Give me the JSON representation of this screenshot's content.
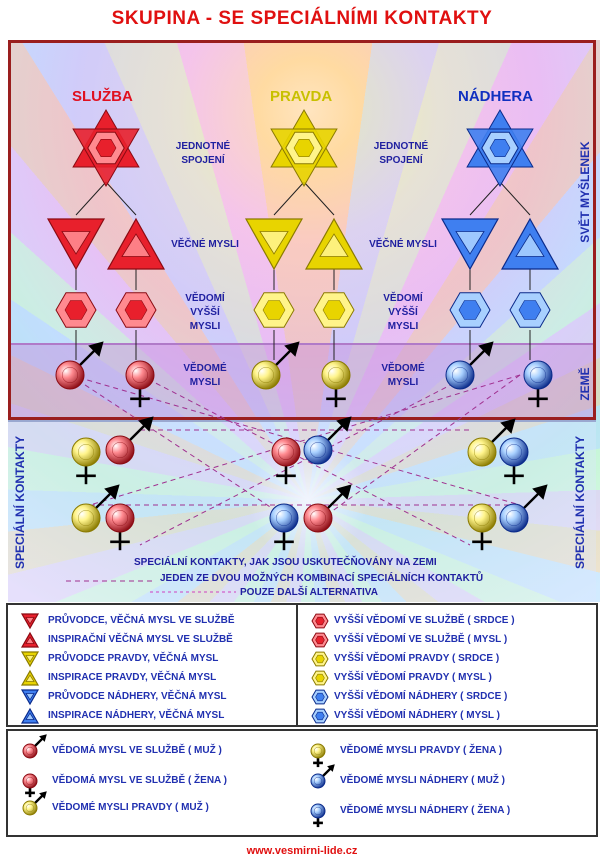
{
  "title": "SKUPINA - SE SPECIÁLNÍMI KONTAKTY",
  "columns": [
    {
      "name": "SLUŽBA",
      "color": "#e01020"
    },
    {
      "name": "PRAVDA",
      "color": "#c8c000"
    },
    {
      "name": "NÁDHERA",
      "color": "#1030c0"
    }
  ],
  "labels": {
    "jednotne_spojeni": "JEDNOTNÉ SPOJENÍ",
    "vecne_mysli": "VĚČNÉ MYSLI",
    "vedomi_vyssi_mysli": "VĚDOMÍ VYŠŠÍ MYSLI",
    "vedome_mysli": "VĚDOMÉ MYSLI"
  },
  "side_labels": {
    "svet_myslenek": "SVĚT MYŠLENEK",
    "zeme": "ZEMĚ",
    "specialni_kontakty": "SPECIÁLNÍ KONTAKTY"
  },
  "special_caption": {
    "line1": "SPECIÁLNÍ KONTAKTY, JAK JSOU USKUTEČŇOVÁNY NA ZEMI",
    "line2": "JEDEN ZE DVOU MOŽNÝCH KOMBINACÍ SPECIÁLNÍCH KONTAKTŮ",
    "line3": "POUZE DALŠÍ ALTERNATIVA"
  },
  "legend_left": [
    {
      "text": "PRŮVODCE, VĚČNÁ MYSL VE SLUŽBĚ",
      "shape": "tri-down",
      "color": "#e8202c"
    },
    {
      "text": "INSPIRAČNÍ VĚČNÁ MYSL VE SLUŽBĚ",
      "shape": "tri-up",
      "color": "#e8202c"
    },
    {
      "text": "PRŮVODCE PRAVDY, VĚČNÁ MYSL",
      "shape": "tri-down",
      "color": "#e8d400"
    },
    {
      "text": "INSPIRACE PRAVDY, VĚČNÁ MYSL",
      "shape": "tri-up",
      "color": "#e8d400"
    },
    {
      "text": "PRŮVODCE NÁDHERY, VĚČNÁ MYSL",
      "shape": "tri-down",
      "color": "#3070e8"
    },
    {
      "text": "INSPIRACE NÁDHERY, VĚČNÁ MYSL",
      "shape": "tri-up",
      "color": "#3070e8"
    }
  ],
  "legend_right": [
    {
      "text": "VYŠŠÍ VĚDOMÍ VE SLUŽBĚ ( SRDCE )",
      "shape": "hex",
      "color": "#e8202c"
    },
    {
      "text": "VYŠŠÍ VĚDOMÍ VE SLUŽBĚ ( MYSL )",
      "shape": "hex",
      "color": "#e8202c"
    },
    {
      "text": "VYŠŠÍ VĚDOMÍ PRAVDY ( SRDCE )",
      "shape": "hex",
      "color": "#e8d400"
    },
    {
      "text": "VYŠŠÍ VĚDOMÍ PRAVDY ( MYSL )",
      "shape": "hex",
      "color": "#e8d400"
    },
    {
      "text": "VYŠŠÍ VĚDOMÍ NÁDHERY ( SRDCE )",
      "shape": "hex",
      "color": "#3f96f0"
    },
    {
      "text": "VYŠŠÍ VĚDOMÍ NÁDHERY ( MYSL )",
      "shape": "hex",
      "color": "#3f96f0"
    }
  ],
  "legend_bottom": [
    {
      "text": "VĚDOMÁ MYSL VE SLUŽBĚ ( MUŽ )",
      "symbol": "male",
      "color": "#e8303a"
    },
    {
      "text": "VĚDOMÁ MYSL VE SLUŽBĚ ( ŽENA )",
      "symbol": "female",
      "color": "#e8303a"
    },
    {
      "text": "VĚDOMÉ MYSLI PRAVDY  ( MUŽ )",
      "symbol": "male",
      "color": "#e8d400"
    },
    {
      "text": "VĚDOMÉ MYSLI PRAVDY ( ŽENA )",
      "symbol": "female",
      "color": "#e8d400"
    },
    {
      "text": "VĚDOMÉ MYSLI NÁDHERY ( MUŽ )",
      "symbol": "male",
      "color": "#3f96f0"
    },
    {
      "text": "VĚDOMÉ MYSLI NÁDHERY ( ŽENA )",
      "symbol": "female",
      "color": "#3f96f0"
    }
  ],
  "url": "www.vesmirni-lide.cz"
}
